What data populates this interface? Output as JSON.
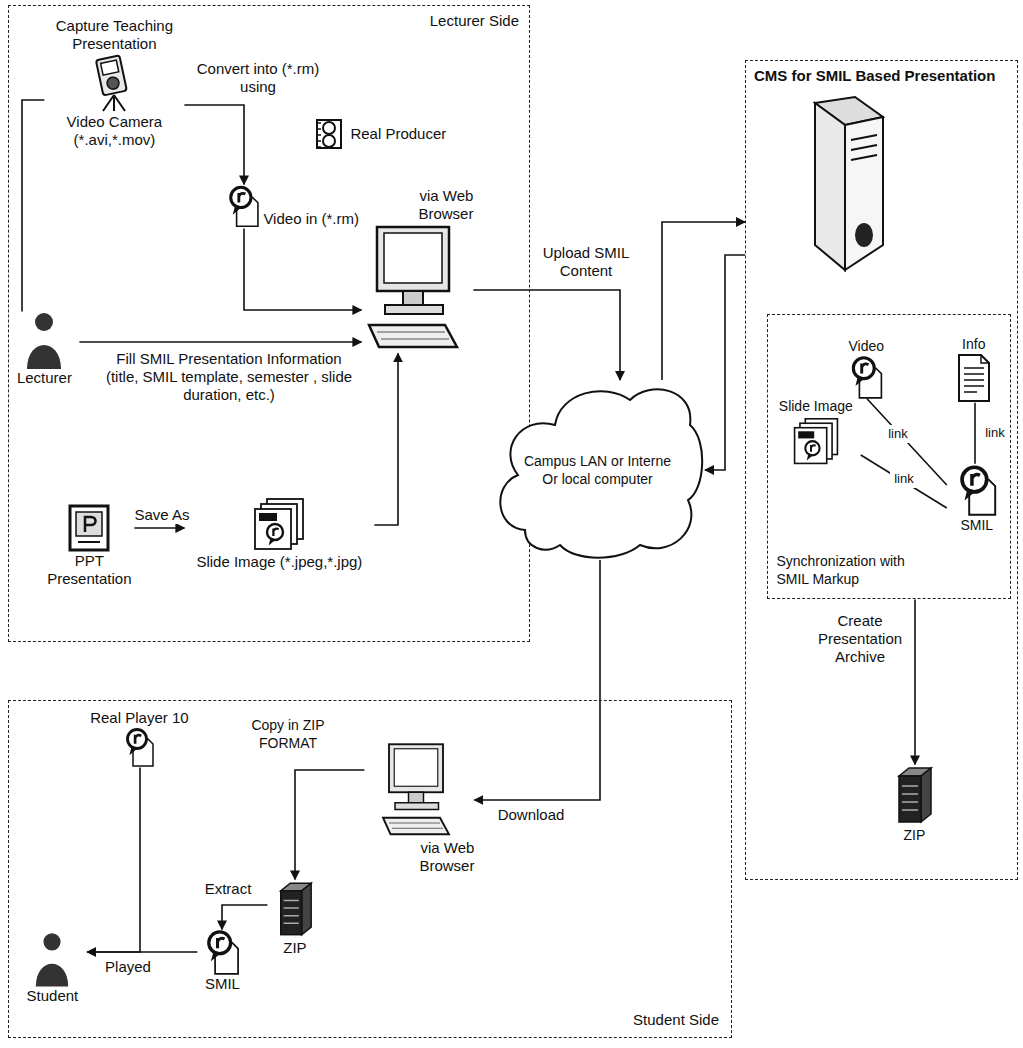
{
  "diagram": {
    "nodes": [
      {
        "text": [
          "Lecturer Side"
        ]
      },
      {
        "text": [
          "Capture Teaching Presentation",
          "Video Camera (*.avi,*.mov)"
        ],
        "in": 0
      },
      {
        "text": [
          "Real Producer"
        ],
        "in": 0
      },
      {
        "text": [
          "Video in (*.rm)"
        ],
        "in": 0
      },
      {
        "text": [
          "Lecturer"
        ],
        "in": 0
      },
      {
        "text": [
          "via Web Browser"
        ],
        "in": 0
      },
      {
        "text": [
          "PPT Presentation"
        ],
        "in": 0
      },
      {
        "text": [
          "Slide Image (*.jpeg,*.jpg)"
        ],
        "in": 0
      },
      {
        "text": [
          "CMS for SMIL Based Presentation"
        ]
      },
      {
        "text": [
          "Synchronization with SMIL Markup"
        ],
        "in": 8
      },
      {
        "text": [
          "Video"
        ],
        "in": 9
      },
      {
        "text": [
          "Info"
        ],
        "in": 9
      },
      {
        "text": [
          "Slide Image"
        ],
        "in": 9
      },
      {
        "text": [
          "SMIL"
        ],
        "in": 9
      },
      {
        "text": [
          "ZIP"
        ],
        "in": 8
      },
      {
        "text": [
          "Campus LAN or Interne Or local computer"
        ]
      },
      {
        "text": [
          "Student Side"
        ]
      },
      {
        "text": [
          "Real Player 10"
        ],
        "in": 16
      },
      {
        "text": [
          "via Web Browser"
        ],
        "in": 16
      },
      {
        "text": [
          "ZIP"
        ],
        "in": 16
      },
      {
        "text": [
          "SMIL"
        ],
        "in": 16
      },
      {
        "text": [
          "Student"
        ],
        "in": 16
      }
    ],
    "edges": [
      {
        "from": 1,
        "to": 3,
        "label": "Convert into (*.rm) using",
        "arrow": "to"
      },
      {
        "from": 4,
        "to": 1,
        "arrow": "none"
      },
      {
        "from": 3,
        "to": 5,
        "arrow": "to"
      },
      {
        "from": 4,
        "to": 5,
        "label": "Fill SMIL Presentation Information (title, SMIL template, semester , slide duration, etc.)",
        "arrow": "to"
      },
      {
        "from": 6,
        "to": 7,
        "label": "Save As",
        "arrow": "to"
      },
      {
        "from": 7,
        "to": 5,
        "arrow": "to"
      },
      {
        "from": 5,
        "to": 15,
        "label": "Upload SMIL Content",
        "arrow": "to"
      },
      {
        "from": 15,
        "to": 8,
        "arrow": "to"
      },
      {
        "from": 8,
        "to": 15,
        "arrow": "to"
      },
      {
        "from": 10,
        "to": 13,
        "label": "link",
        "arrow": "none"
      },
      {
        "from": 11,
        "to": 13,
        "label": "link",
        "arrow": "none"
      },
      {
        "from": 12,
        "to": 13,
        "label": "link",
        "arrow": "none"
      },
      {
        "from": 9,
        "to": 14,
        "label": "Create Presentation Archive",
        "arrow": "to"
      },
      {
        "from": 15,
        "to": 18,
        "label": "Download",
        "arrow": "to"
      },
      {
        "from": 18,
        "to": 19,
        "label": "Copy in ZIP FORMAT",
        "arrow": "to"
      },
      {
        "from": 19,
        "to": 20,
        "label": "Extract",
        "arrow": "to"
      },
      {
        "from": 20,
        "to": 21,
        "label": "Played",
        "arrow": "to"
      },
      {
        "from": 17,
        "to": 21,
        "arrow": "to"
      }
    ]
  }
}
